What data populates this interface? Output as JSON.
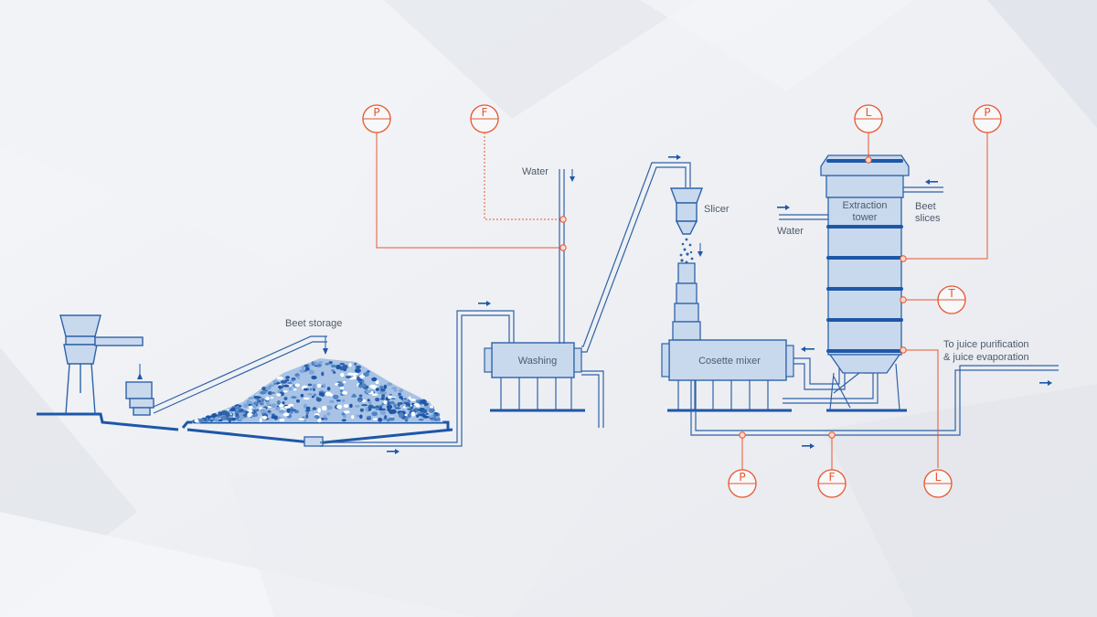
{
  "labels": {
    "beet_storage": "Beet storage",
    "water_top": "Water",
    "washing": "Washing",
    "slicer": "Slicer",
    "cosette_mixer": "Cosette mixer",
    "extraction_line1": "Extraction",
    "extraction_line2": "tower",
    "water_right": "Water",
    "beet_slices_line1": "Beet",
    "beet_slices_line2": "slices",
    "to_juice_line1": "To juice purification",
    "to_juice_line2": "& juice evaporation"
  },
  "instruments": [
    {
      "id": "p1",
      "letter": "P"
    },
    {
      "id": "f1",
      "letter": "F"
    },
    {
      "id": "l1",
      "letter": "L"
    },
    {
      "id": "p2",
      "letter": "P"
    },
    {
      "id": "t1",
      "letter": "T"
    },
    {
      "id": "p3",
      "letter": "P"
    },
    {
      "id": "f2",
      "letter": "F"
    },
    {
      "id": "l2",
      "letter": "L"
    }
  ],
  "colors": {
    "equipment_fill": "#c8d9ee",
    "equipment_stroke": "#2f62a8",
    "dark_blue": "#1d57a8",
    "instrument": "#e8562e",
    "label_text": "#4d5a6b"
  }
}
